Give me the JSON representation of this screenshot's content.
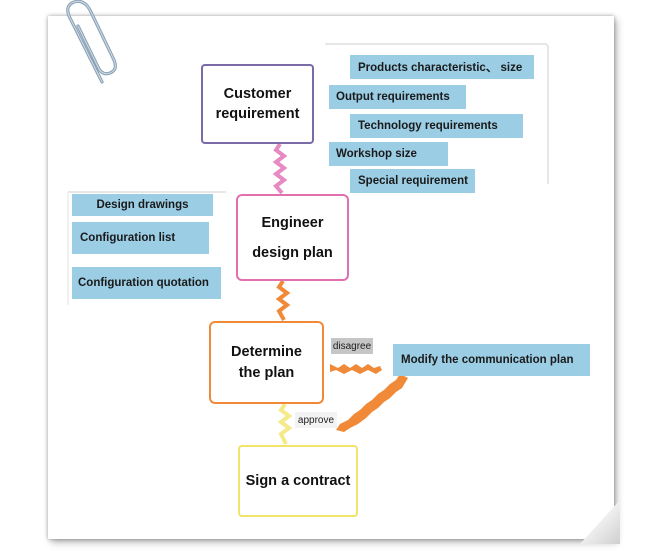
{
  "nodes": {
    "customer": {
      "line1": "Customer",
      "line2": "requirement",
      "color": "#7b6aa8"
    },
    "engineer": {
      "line1": "Engineer",
      "line2": "design plan",
      "color": "#e070b0"
    },
    "determine": {
      "line1": "Determine",
      "line2": "the plan",
      "color": "#f08a38"
    },
    "contract": {
      "line1": "Sign a contract",
      "color": "#f2e36a"
    }
  },
  "customer_tags": [
    "Products characteristic、 size",
    "Output requirements",
    "Technology requirements",
    "Workshop size",
    "Special requirement"
  ],
  "design_tags": [
    "Design drawings",
    "Configuration list",
    "Configuration quotation"
  ],
  "modify_tag": "Modify the communication plan",
  "labels": {
    "disagree": "disagree",
    "approve": "approve"
  },
  "colors": {
    "tag": "#9bcde5",
    "pink": "#e78ac3",
    "orange": "#f08a38",
    "yellow": "#f5ea8a"
  }
}
